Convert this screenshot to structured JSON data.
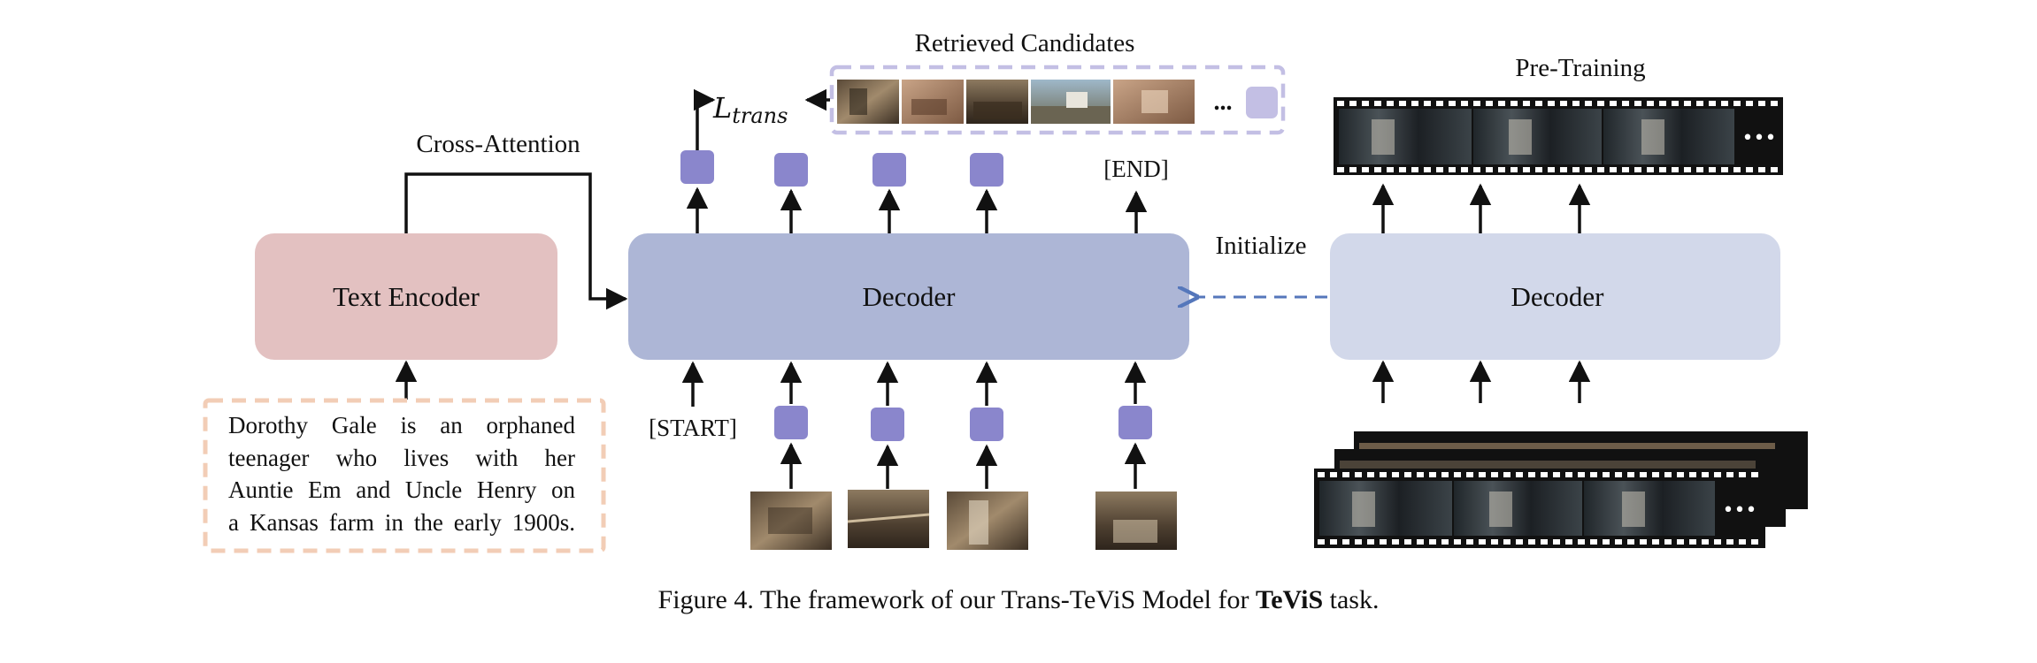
{
  "labels": {
    "retrieved": "Retrieved Candidates",
    "pretraining": "Pre-Training",
    "cross_attention": "Cross-Attention",
    "initialize": "Initialize",
    "text_encoder": "Text Encoder",
    "decoder_main": "Decoder",
    "decoder_pre": "Decoder",
    "end_token": "[END]",
    "start_token": "[START]",
    "loss_main": "L",
    "loss_sub": "trans",
    "ellipsis": "...",
    "film_dots": "•••"
  },
  "story": {
    "lines": [
      "Dorothy Gale is an orphaned",
      "teenager who lives with her",
      "Auntie Em and Uncle Henry on",
      "a Kansas farm in the early 1900s."
    ]
  },
  "caption": {
    "prefix": "Figure 4. The framework of our Trans-TeViS Model for ",
    "bold": "TeViS",
    "suffix": " task."
  },
  "colors": {
    "text_encoder": "#e3c1c1",
    "decoder_main": "#adb6d6",
    "decoder_pre": "#d2d8ea",
    "token": "#8a86cc",
    "candidate_border": "#c3bfe4",
    "story_border": "#f2cdb6",
    "initialize_arrow": "#5577bb",
    "film": "#111111"
  },
  "icons": [
    "arrow-up-icon",
    "arrow-left-icon",
    "dashed-arrow-icon",
    "film-strip-icon",
    "video-frame-icon"
  ]
}
